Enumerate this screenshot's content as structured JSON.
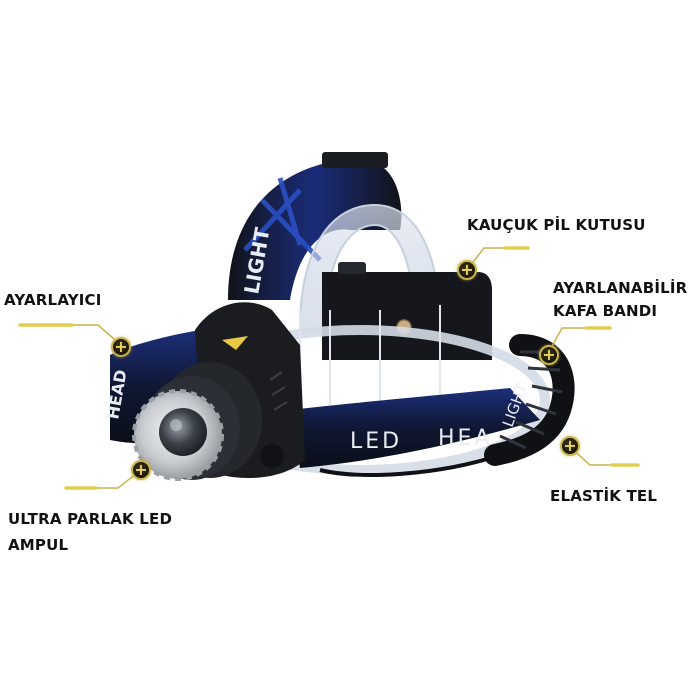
{
  "product": {
    "type": "LED headlamp",
    "strap_text": [
      "LIGHT",
      "LED",
      "HEA",
      "LIGHT"
    ]
  },
  "callouts": [
    {
      "id": "battery-box",
      "label": "KAUÇUK PİL KUTUSU"
    },
    {
      "id": "adjustable-headband",
      "label_line1": "AYARLANABİLİR",
      "label_line2": "KAFA BANDI"
    },
    {
      "id": "adjuster",
      "label": "AYARLAYICI"
    },
    {
      "id": "led-bulb",
      "label_line1": "ULTRA PARLAK LED",
      "label_line2": "AMPUL"
    },
    {
      "id": "elastic-cord",
      "label": "ELASTİK TEL"
    }
  ],
  "marker_symbol": "+",
  "colors": {
    "background": "#ffffff",
    "label_text": "#111111",
    "leader_line": "#c9b44a",
    "leader_accent": "#e3cf4f",
    "strap_blue": "#1f3f9e",
    "strap_black": "#121418",
    "lamp_silver": "#cfd2d6"
  }
}
